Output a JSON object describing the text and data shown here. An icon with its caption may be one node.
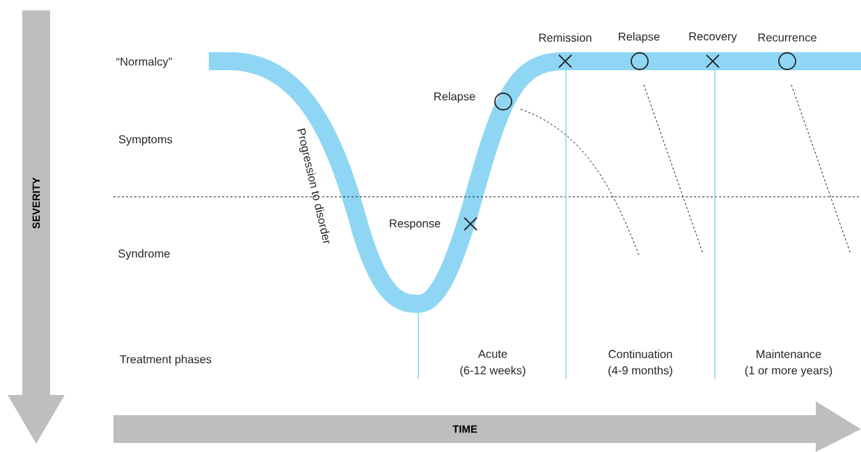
{
  "diagram": {
    "labels": [
      "SEVERITY",
      "Remission",
      "Relapse",
      "Recovery",
      "Recurrence",
      "“Normalcy”",
      "Relapse",
      "Symptoms",
      "Progression to disorder",
      "Response",
      "Syndrome",
      "Treatment phases",
      "Acute",
      "Continuation",
      "Maintenance",
      "(6-12 weeks)",
      "(4-9 months)",
      "(1 or more years)",
      "TIME"
    ]
  }
}
